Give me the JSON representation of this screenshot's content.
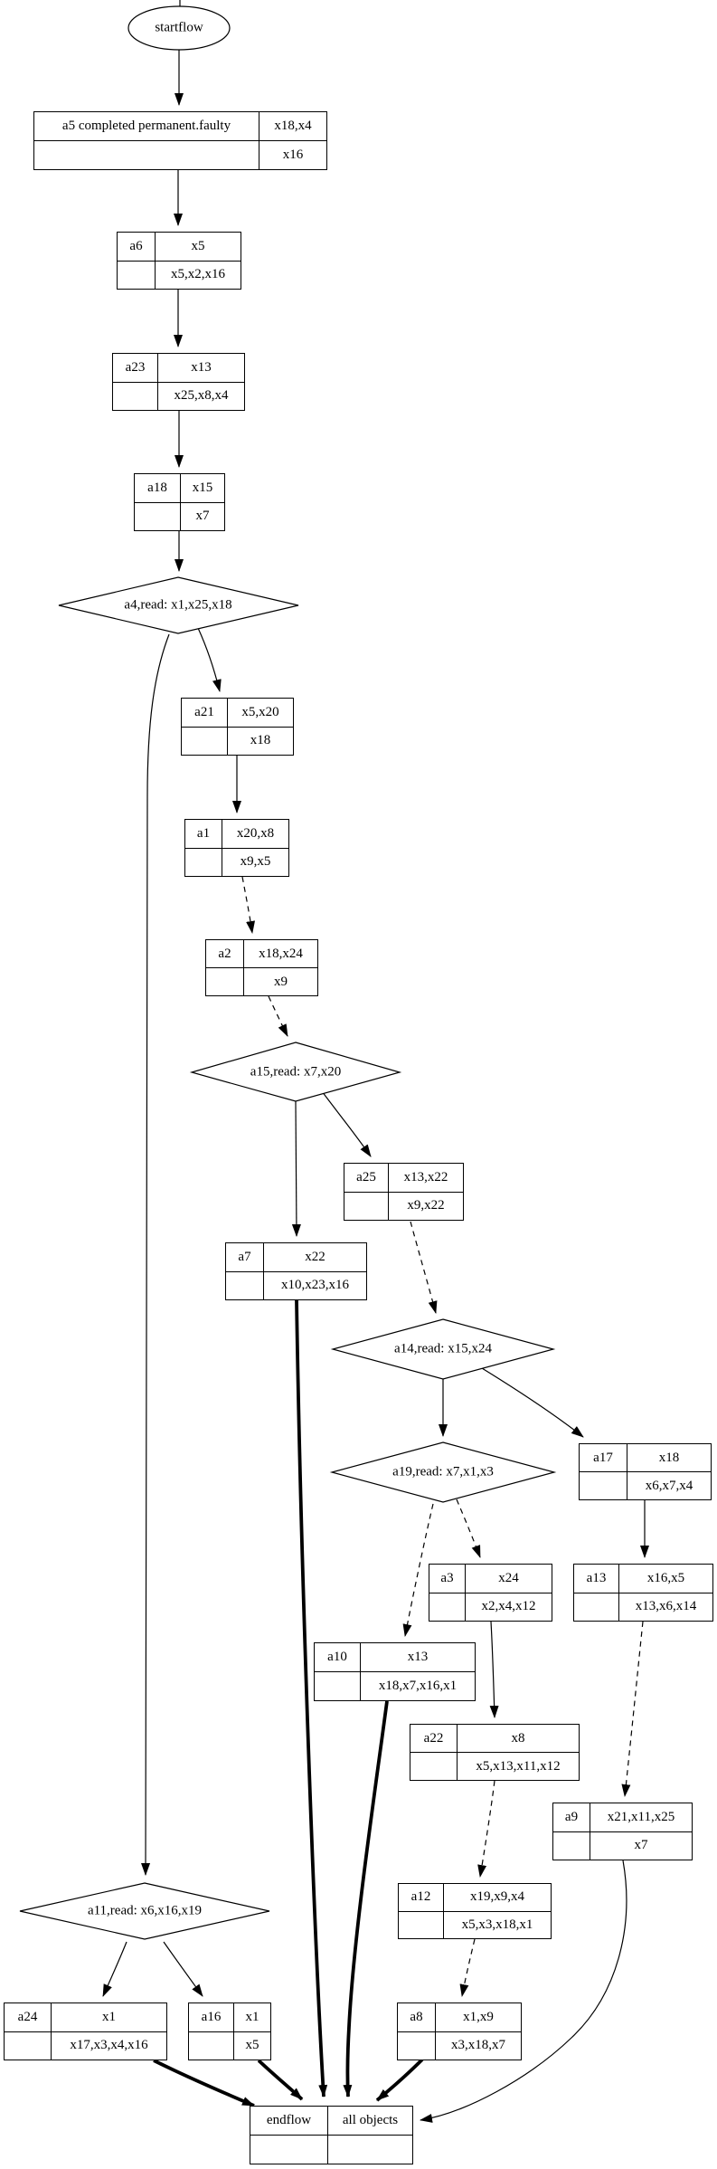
{
  "diagram": {
    "kind": "workflow-graph",
    "background_color": "#ffffff",
    "line_color": "#000000"
  },
  "nodes": {
    "startflow": {
      "type": "ellipse",
      "label": "startflow"
    },
    "a5": {
      "type": "record",
      "c00": "a5 completed permanent.faulty",
      "c01": "x18,x4",
      "c10": "",
      "c11": "x16"
    },
    "a6": {
      "type": "record",
      "c00": "a6",
      "c01": "x5",
      "c10": "",
      "c11": "x5,x2,x16"
    },
    "a23": {
      "type": "record",
      "c00": "a23",
      "c01": "x13",
      "c10": "",
      "c11": "x25,x8,x4"
    },
    "a18": {
      "type": "record",
      "c00": "a18",
      "c01": "x15",
      "c10": "",
      "c11": "x7"
    },
    "a4": {
      "type": "diamond",
      "label": "a4,read: x1,x25,x18"
    },
    "a21": {
      "type": "record",
      "c00": "a21",
      "c01": "x5,x20",
      "c10": "",
      "c11": "x18"
    },
    "a1": {
      "type": "record",
      "c00": "a1",
      "c01": "x20,x8",
      "c10": "",
      "c11": "x9,x5"
    },
    "a2": {
      "type": "record",
      "c00": "a2",
      "c01": "x18,x24",
      "c10": "",
      "c11": "x9"
    },
    "a15": {
      "type": "diamond",
      "label": "a15,read: x7,x20"
    },
    "a25": {
      "type": "record",
      "c00": "a25",
      "c01": "x13,x22",
      "c10": "",
      "c11": "x9,x22"
    },
    "a7": {
      "type": "record",
      "c00": "a7",
      "c01": "x22",
      "c10": "",
      "c11": "x10,x23,x16"
    },
    "a14": {
      "type": "diamond",
      "label": "a14,read: x15,x24"
    },
    "a19": {
      "type": "diamond",
      "label": "a19,read: x7,x1,x3"
    },
    "a17": {
      "type": "record",
      "c00": "a17",
      "c01": "x18",
      "c10": "",
      "c11": "x6,x7,x4"
    },
    "a3": {
      "type": "record",
      "c00": "a3",
      "c01": "x24",
      "c10": "",
      "c11": "x2,x4,x12"
    },
    "a13": {
      "type": "record",
      "c00": "a13",
      "c01": "x16,x5",
      "c10": "",
      "c11": "x13,x6,x14"
    },
    "a10": {
      "type": "record",
      "c00": "a10",
      "c01": "x13",
      "c10": "",
      "c11": "x18,x7,x16,x1"
    },
    "a22": {
      "type": "record",
      "c00": "a22",
      "c01": "x8",
      "c10": "",
      "c11": "x5,x13,x11,x12"
    },
    "a9": {
      "type": "record",
      "c00": "a9",
      "c01": "x21,x11,x25",
      "c10": "",
      "c11": "x7"
    },
    "a12": {
      "type": "record",
      "c00": "a12",
      "c01": "x19,x9,x4",
      "c10": "",
      "c11": "x5,x3,x18,x1"
    },
    "a11": {
      "type": "diamond",
      "label": "a11,read: x6,x16,x19"
    },
    "a24": {
      "type": "record",
      "c00": "a24",
      "c01": "x1",
      "c10": "",
      "c11": "x17,x3,x4,x16"
    },
    "a16": {
      "type": "record",
      "c00": "a16",
      "c01": "x1",
      "c10": "",
      "c11": "x5"
    },
    "a8": {
      "type": "record",
      "c00": "a8",
      "c01": "x1,x9",
      "c10": "",
      "c11": "x3,x18,x7"
    },
    "endflow": {
      "type": "record",
      "c00": "endflow",
      "c01": "all objects",
      "c10": "",
      "c11": ""
    }
  },
  "edges": [
    {
      "from": "startflow",
      "to": "a5",
      "style": "solid"
    },
    {
      "from": "a5",
      "to": "a6",
      "style": "solid"
    },
    {
      "from": "a6",
      "to": "a23",
      "style": "solid"
    },
    {
      "from": "a23",
      "to": "a18",
      "style": "solid"
    },
    {
      "from": "a18",
      "to": "a4",
      "style": "solid"
    },
    {
      "from": "a4",
      "to": "a21",
      "style": "solid"
    },
    {
      "from": "a4",
      "to": "a11",
      "style": "solid"
    },
    {
      "from": "a21",
      "to": "a1",
      "style": "solid"
    },
    {
      "from": "a1",
      "to": "a2",
      "style": "dashed"
    },
    {
      "from": "a2",
      "to": "a15",
      "style": "dashed"
    },
    {
      "from": "a15",
      "to": "a25",
      "style": "solid"
    },
    {
      "from": "a15",
      "to": "a7",
      "style": "solid"
    },
    {
      "from": "a25",
      "to": "a14",
      "style": "dashed"
    },
    {
      "from": "a14",
      "to": "a19",
      "style": "solid"
    },
    {
      "from": "a14",
      "to": "a17",
      "style": "solid"
    },
    {
      "from": "a19",
      "to": "a3",
      "style": "dashed"
    },
    {
      "from": "a19",
      "to": "a10",
      "style": "dashed"
    },
    {
      "from": "a17",
      "to": "a13",
      "style": "solid"
    },
    {
      "from": "a3",
      "to": "a22",
      "style": "solid"
    },
    {
      "from": "a13",
      "to": "a9",
      "style": "dashed"
    },
    {
      "from": "a22",
      "to": "a12",
      "style": "dashed"
    },
    {
      "from": "a12",
      "to": "a8",
      "style": "dashed"
    },
    {
      "from": "a11",
      "to": "a24",
      "style": "solid"
    },
    {
      "from": "a11",
      "to": "a16",
      "style": "solid"
    },
    {
      "from": "a24",
      "to": "endflow",
      "style": "bold"
    },
    {
      "from": "a16",
      "to": "endflow",
      "style": "bold"
    },
    {
      "from": "a7",
      "to": "endflow",
      "style": "bold"
    },
    {
      "from": "a10",
      "to": "endflow",
      "style": "bold"
    },
    {
      "from": "a8",
      "to": "endflow",
      "style": "bold"
    },
    {
      "from": "a9",
      "to": "endflow",
      "style": "solid"
    }
  ]
}
